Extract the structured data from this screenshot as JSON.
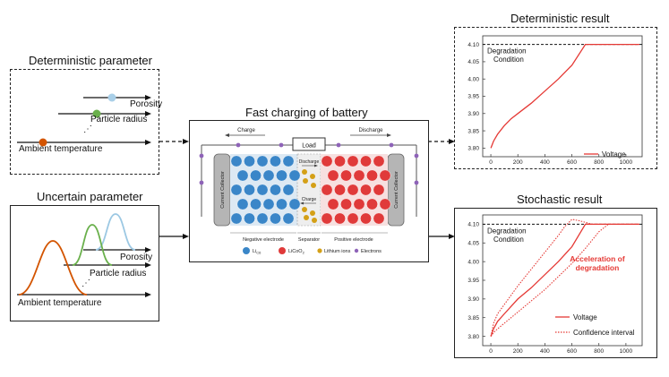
{
  "deterministic_parameter": {
    "title": "Deterministic parameter",
    "labels": [
      "Porosity",
      "Particle radius",
      "Ambient temperature"
    ],
    "dot_colors": [
      "#a9cfe8",
      "#6ab04c",
      "#d35400"
    ]
  },
  "uncertain_parameter": {
    "title": "Uncertain parameter",
    "labels": [
      "Porosity",
      "Particle radius",
      "Ambient temperature"
    ],
    "curve_colors": [
      "#9cc8e3",
      "#6ab04c",
      "#d35400"
    ]
  },
  "battery": {
    "title": "Fast charging of battery",
    "load": "Load",
    "charge_top": "Charge",
    "discharge_top": "Discharge",
    "collector": "Current Collector",
    "separator_discharge": "Discharge",
    "separator_charge": "Charge",
    "negative_electrode": "Negative electrode",
    "separator": "Separator",
    "positive_electrode": "Positive electrode",
    "legend": {
      "licx": "Li",
      "licx_sub_c": "C",
      "licx_sub_6": "6",
      "licoo": "LiCoO",
      "licoo_sub": "2",
      "lithium_ions": "Lithium ions",
      "electrons": "Electrons"
    },
    "colors": {
      "anode": "#3a86c8",
      "cathode": "#e03a3a",
      "ion": "#d4a017",
      "electron": "#8e63b8"
    }
  },
  "chart_data": [
    {
      "type": "line",
      "title": "Deterministic result",
      "annotation": "Degradation Condition",
      "annotation_lines": [
        "Degradation",
        "Condition"
      ],
      "xlim": [
        -60,
        1120
      ],
      "ylim": [
        3.775,
        4.125
      ],
      "x_ticks": [
        0,
        200,
        400,
        600,
        800,
        1000
      ],
      "y_ticks": [
        3.8,
        3.85,
        3.9,
        3.95,
        4.0,
        4.05,
        4.1
      ],
      "y_tick_labels": [
        "3.80",
        "3.85",
        "3.90",
        "3.95",
        "4.00",
        "4.05",
        "4.10"
      ],
      "threshold": 4.1,
      "legend": [
        "Voltage"
      ],
      "series": [
        {
          "name": "Voltage",
          "color": "#e53935",
          "x": [
            0,
            20,
            50,
            100,
            150,
            200,
            300,
            400,
            500,
            600,
            700,
            1100
          ],
          "y": [
            3.8,
            3.82,
            3.84,
            3.865,
            3.885,
            3.9,
            3.93,
            3.965,
            4.0,
            4.04,
            4.1,
            4.1
          ]
        }
      ]
    },
    {
      "type": "line",
      "title": "Stochastic result",
      "annotation": "Degradation Condition",
      "annotation_lines": [
        "Degradation",
        "Condition"
      ],
      "callout": "Acceleration of degradation",
      "callout_lines": [
        "Acceleration of",
        "degradation"
      ],
      "xlim": [
        -60,
        1120
      ],
      "ylim": [
        3.775,
        4.125
      ],
      "x_ticks": [
        0,
        200,
        400,
        600,
        800,
        1000
      ],
      "y_ticks": [
        3.8,
        3.85,
        3.9,
        3.95,
        4.0,
        4.05,
        4.1
      ],
      "y_tick_labels": [
        "3.80",
        "3.85",
        "3.90",
        "3.95",
        "4.00",
        "4.05",
        "4.10"
      ],
      "threshold": 4.1,
      "legend": [
        "Voltage",
        "Confidence interval"
      ],
      "series": [
        {
          "name": "Voltage",
          "color": "#e53935",
          "style": "solid",
          "x": [
            0,
            20,
            50,
            100,
            200,
            300,
            400,
            500,
            600,
            700,
            1100
          ],
          "y": [
            3.8,
            3.82,
            3.84,
            3.86,
            3.9,
            3.93,
            3.965,
            4.0,
            4.04,
            4.1,
            4.1
          ]
        },
        {
          "name": "Confidence interval",
          "color": "#e53935",
          "style": "dotted",
          "x": [
            0,
            20,
            50,
            100,
            200,
            300,
            400,
            500,
            550,
            600,
            650,
            700,
            750,
            1100
          ],
          "y": [
            3.8,
            3.835,
            3.86,
            3.885,
            3.935,
            3.98,
            4.025,
            4.07,
            4.095,
            4.113,
            4.11,
            4.105,
            4.1,
            4.1
          ]
        },
        {
          "name": "Confidence interval",
          "color": "#e53935",
          "style": "dotted",
          "x": [
            0,
            20,
            50,
            100,
            200,
            300,
            400,
            500,
            600,
            700,
            800,
            870,
            1100
          ],
          "y": [
            3.8,
            3.81,
            3.82,
            3.835,
            3.865,
            3.895,
            3.925,
            3.96,
            3.995,
            4.035,
            4.08,
            4.1,
            4.1
          ]
        }
      ]
    }
  ]
}
